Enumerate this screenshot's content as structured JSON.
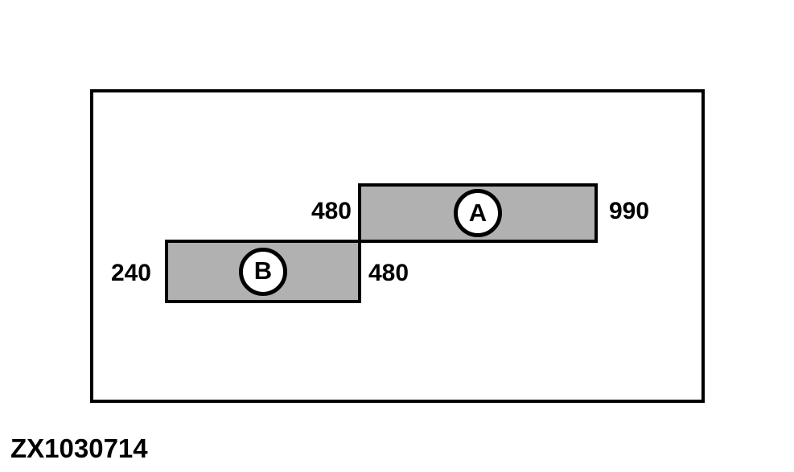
{
  "figure": {
    "caption": "ZX1030714",
    "colors": {
      "background": "#ffffff",
      "line": "#000000",
      "bar_fill": "#b1b1b1",
      "badge_fill": "#ffffff"
    },
    "bars": [
      {
        "label": "A",
        "dim_left": "480",
        "dim_right": "990"
      },
      {
        "label": "B",
        "dim_left": "240",
        "dim_right": "480"
      }
    ]
  }
}
